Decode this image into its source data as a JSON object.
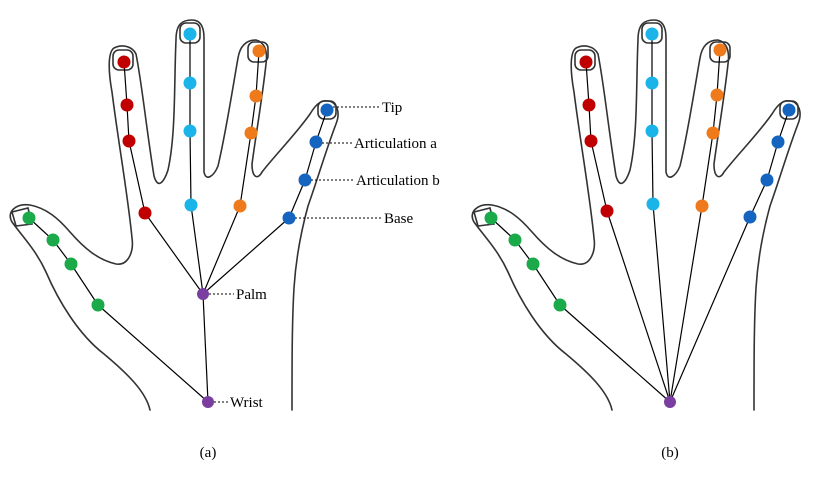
{
  "labels": {
    "tip": "Tip",
    "articulation_a": "Articulation a",
    "articulation_b": "Articulation b",
    "base": "Base",
    "palm": "Palm",
    "wrist": "Wrist"
  },
  "captions": {
    "a": "(a)",
    "b": "(b)"
  },
  "colors": {
    "thumb": "#1aaa4a",
    "index": "#c00000",
    "middle": "#1ab4e8",
    "ring": "#ee7a1c",
    "little": "#1565c0",
    "palm_wrist": "#7a3ea0",
    "bone_line": "#000000"
  }
}
